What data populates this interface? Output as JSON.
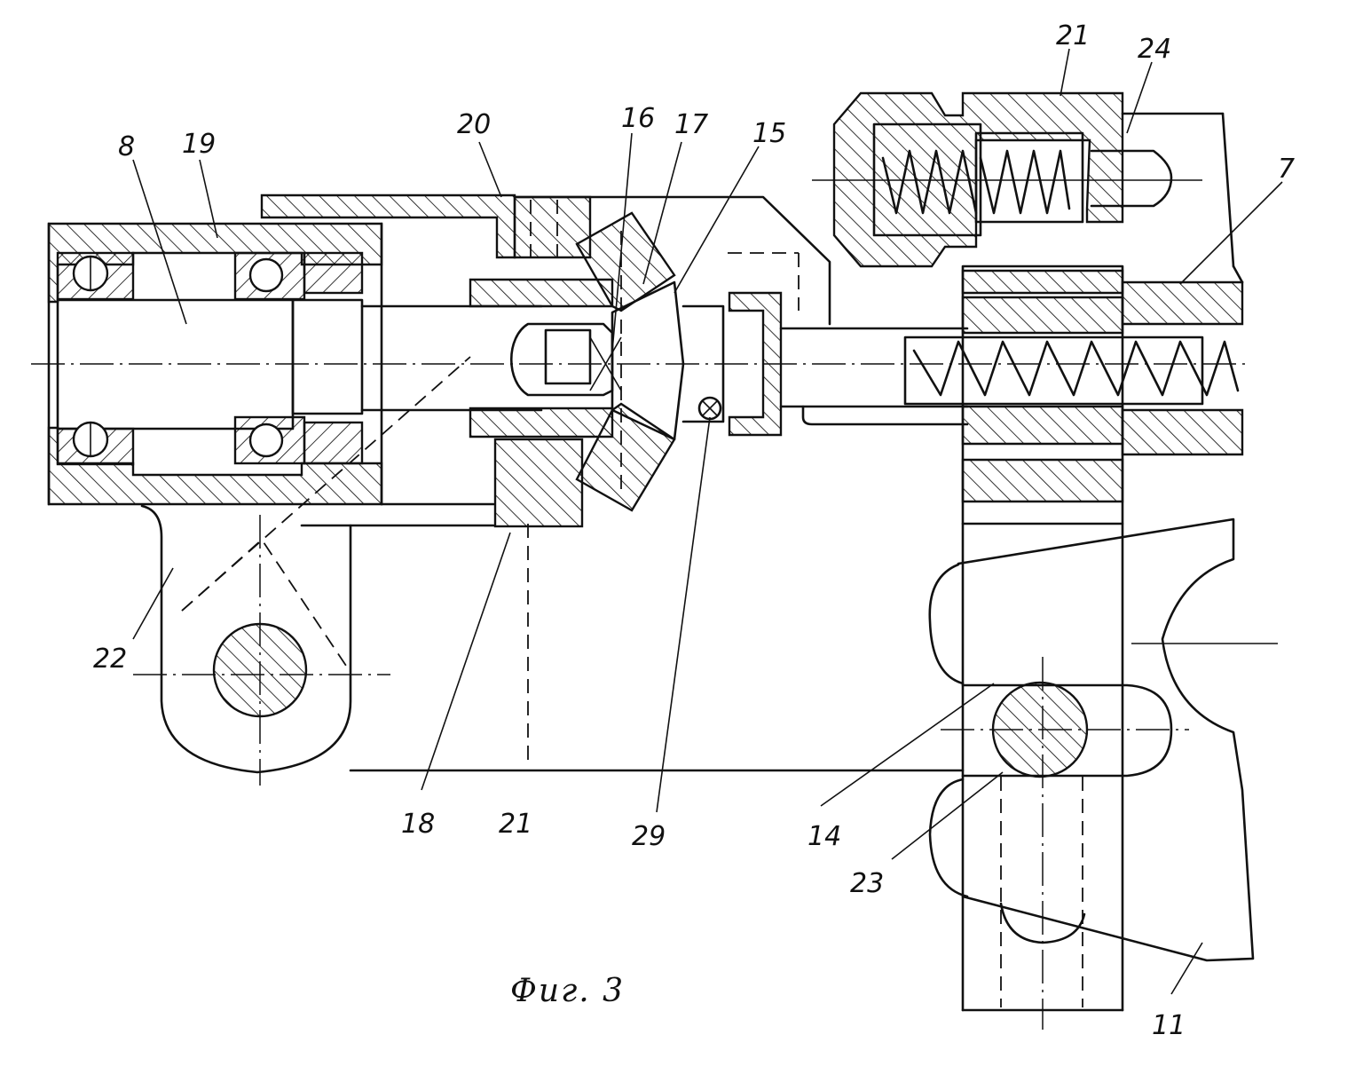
{
  "caption": "Фиг. 3",
  "labels": {
    "l8": "8",
    "l19": "19",
    "l20": "20",
    "l16": "16",
    "l17": "17",
    "l15": "15",
    "l21_top": "21",
    "l24": "24",
    "l7": "7",
    "l22": "22",
    "l18": "18",
    "l21_bottom": "21",
    "l29": "29",
    "l14": "14",
    "l23": "23",
    "l11": "11"
  }
}
